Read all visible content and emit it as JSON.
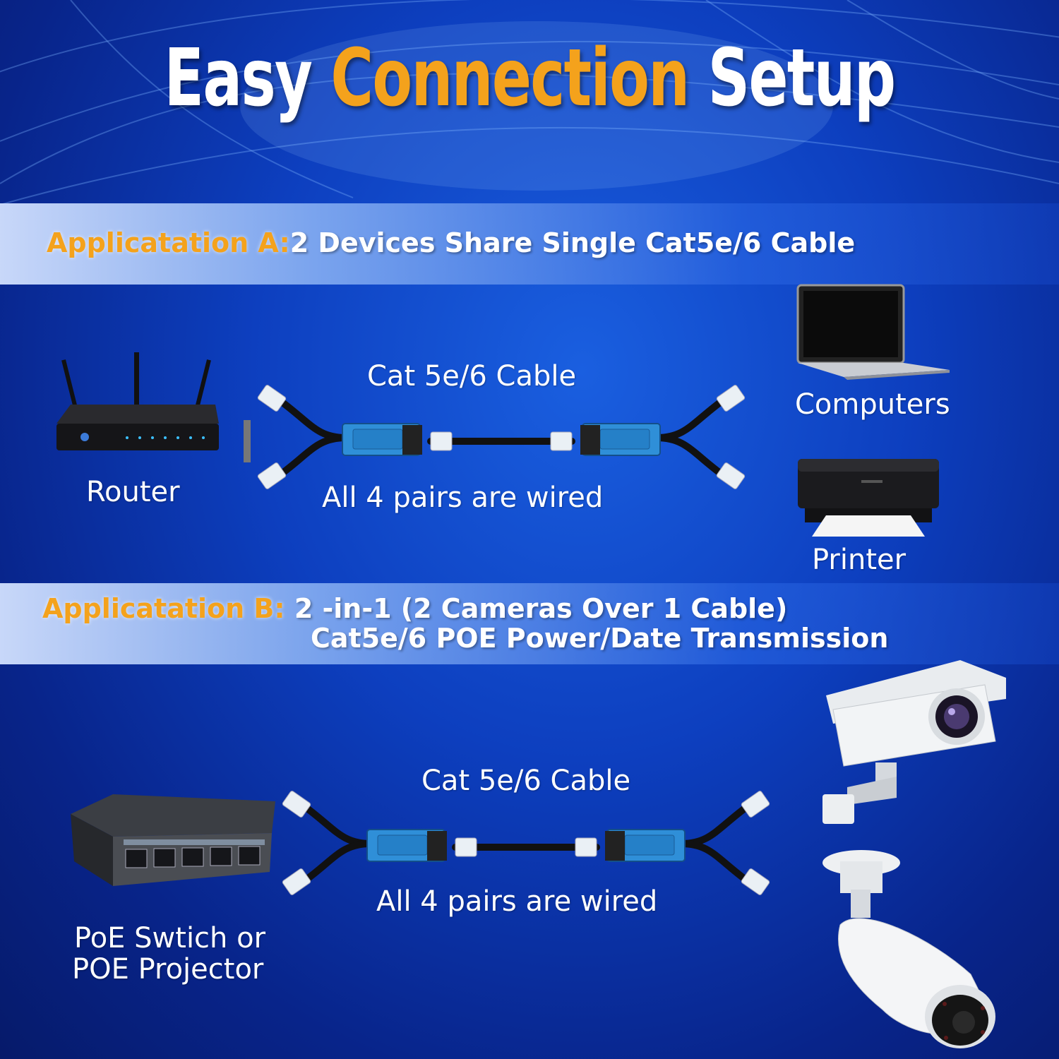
{
  "title": {
    "word1": "Easy",
    "word2": "Connection",
    "word3": "Setup"
  },
  "colors": {
    "accent": "#f4a21c",
    "coupler": "#2f8fd8",
    "background": "#0d3fbf"
  },
  "app_a": {
    "label": "Applicatation A:",
    "text": "2 Devices Share Single Cat5e/6 Cable",
    "cable_label": "Cat 5e/6 Cable",
    "wired_label": "All 4 pairs are wired",
    "source": "Router",
    "targets": [
      "Computers",
      "Printer"
    ]
  },
  "app_b": {
    "label": "Applicatation B:",
    "line1": "2 -in-1 (2 Cameras Over 1 Cable)",
    "line2": "Cat5e/6 POE Power/Date Transmission",
    "cable_label": "Cat 5e/6 Cable",
    "wired_label": "All 4 pairs are wired",
    "source_line1": "PoE Swtich or",
    "source_line2": "POE Projector"
  },
  "icons": [
    "router-icon",
    "laptop-icon",
    "printer-icon",
    "poe-switch-icon",
    "box-camera-icon",
    "bullet-camera-icon",
    "splitter-icon"
  ]
}
